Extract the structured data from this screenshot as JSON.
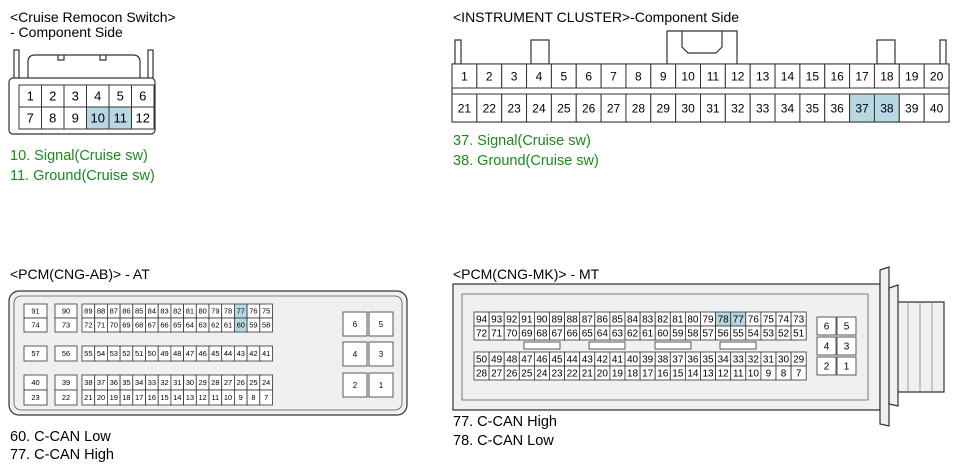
{
  "cruise": {
    "title_line1": "<Cruise Remocon Switch>",
    "title_line2": "- Component Side",
    "pins_row1": [
      "1",
      "2",
      "3",
      "4",
      "5",
      "6"
    ],
    "pins_row2": [
      "7",
      "8",
      "9",
      "10",
      "11",
      "12"
    ],
    "highlighted": [
      "10",
      "11"
    ],
    "notes": [
      "10. Signal(Cruise sw)",
      "11. Ground(Cruise sw)"
    ]
  },
  "cluster": {
    "title": "<INSTRUMENT CLUSTER>-Component Side",
    "highlighted": [
      "37",
      "38"
    ],
    "notes": [
      "37. Signal(Cruise sw)",
      "38. Ground(Cruise sw)"
    ]
  },
  "pcm_ab": {
    "title": "<PCM(CNG-AB)> - AT",
    "highlighted": [
      "60",
      "77"
    ],
    "notes": [
      "60. C-CAN Low",
      "77. C-CAN High"
    ]
  },
  "pcm_mk": {
    "title": "<PCM(CNG-MK)> - MT",
    "highlighted": [
      "77",
      "78"
    ],
    "notes": [
      "77. C-CAN High",
      "78. C-CAN Low"
    ]
  },
  "colors": {
    "highlight": "#b7d7e3",
    "note_green": "#1b8a1b",
    "housing_fill": "#eef0f2"
  }
}
